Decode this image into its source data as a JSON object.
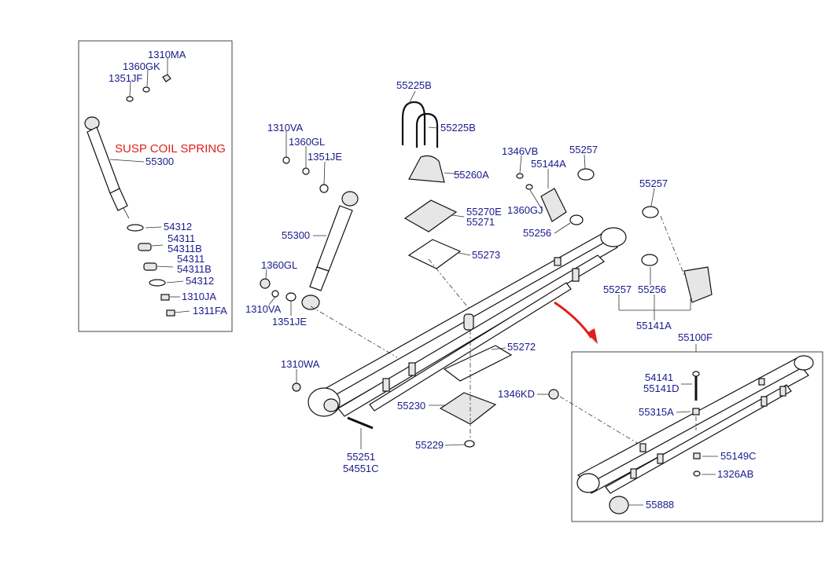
{
  "inset_left": {
    "title": "SUSP COIL SPRING",
    "parts": [
      "1310MA",
      "1360GK",
      "1351JF",
      "55300",
      "54312",
      "54311",
      "54311B",
      "54311",
      "54311B",
      "54312",
      "1310JA",
      "1311FA"
    ]
  },
  "main": {
    "parts": [
      "55225B",
      "55225B",
      "55260A",
      "55270E",
      "55271",
      "55273",
      "1310VA",
      "1360GL",
      "1351JE",
      "55300",
      "1360GL",
      "1310VA",
      "1351JE",
      "1346VB",
      "55144A",
      "55257",
      "1360GJ",
      "55256",
      "55257",
      "55257",
      "55256",
      "55141A",
      "55272",
      "1310WA",
      "55230",
      "1346KD",
      "55229",
      "55251",
      "54551C"
    ]
  },
  "inset_right": {
    "title": "55100F",
    "parts": [
      "54141",
      "55141D",
      "55315A",
      "55149C",
      "1326AB",
      "55888"
    ]
  },
  "colors": {
    "label": "#1a1a8c",
    "title_red": "#e0201c",
    "arrow": "#e0201c"
  }
}
